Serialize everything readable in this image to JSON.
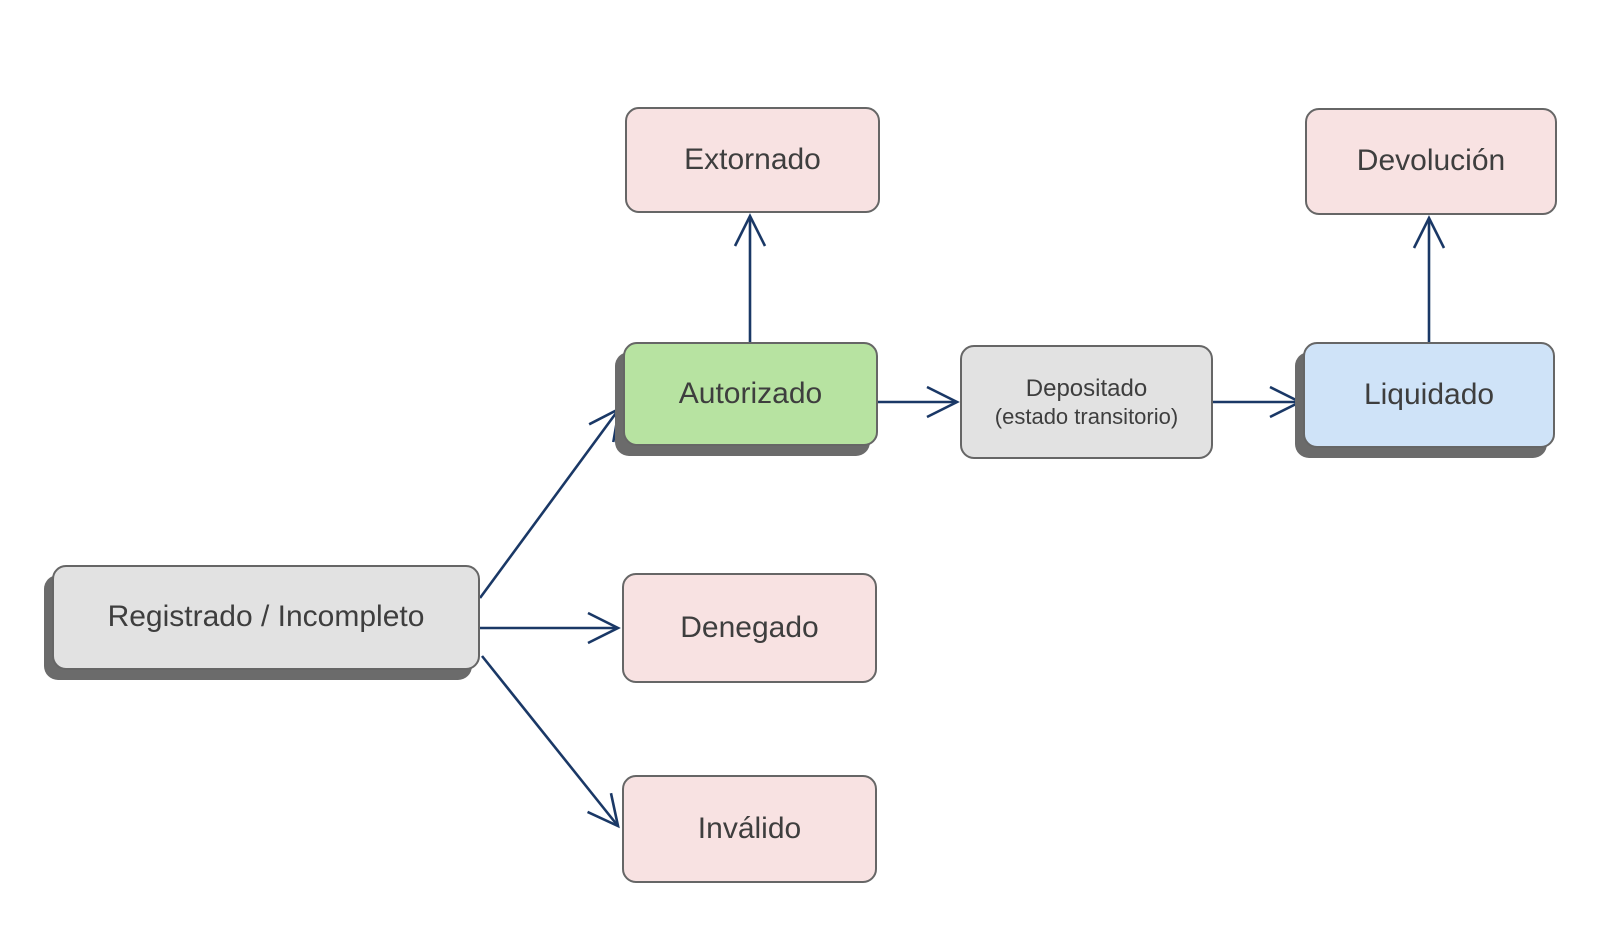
{
  "diagram": {
    "type": "state-flow-diagram",
    "language": "es",
    "colors": {
      "background": "#ffffff",
      "arrow": "#1a3866",
      "node_border": "#666666",
      "node_shadow": "#6b6b6b",
      "node_text": "#3e3e3e",
      "pink": "#f8e2e2",
      "green": "#b7e3a1",
      "blue": "#cfe3f8",
      "gray": "#e2e2e2"
    },
    "nodes": {
      "registrado": {
        "label": "Registrado / Incompleto",
        "fill": "#e2e2e2",
        "emphasized": true
      },
      "autorizado": {
        "label": "Autorizado",
        "fill": "#b7e3a1",
        "emphasized": true
      },
      "extornado": {
        "label": "Extornado",
        "fill": "#f8e2e2",
        "emphasized": false
      },
      "depositado": {
        "label": "Depositado",
        "sublabel": "(estado transitorio)",
        "fill": "#e2e2e2",
        "emphasized": false
      },
      "liquidado": {
        "label": "Liquidado",
        "fill": "#cfe3f8",
        "emphasized": true
      },
      "devolucion": {
        "label": "Devolución",
        "fill": "#f8e2e2",
        "emphasized": false
      },
      "denegado": {
        "label": "Denegado",
        "fill": "#f8e2e2",
        "emphasized": false
      },
      "invalido": {
        "label": "Inválido",
        "fill": "#f8e2e2",
        "emphasized": false
      }
    },
    "edges": [
      {
        "from": "registrado",
        "to": "autorizado"
      },
      {
        "from": "registrado",
        "to": "denegado"
      },
      {
        "from": "registrado",
        "to": "invalido"
      },
      {
        "from": "autorizado",
        "to": "extornado"
      },
      {
        "from": "autorizado",
        "to": "depositado"
      },
      {
        "from": "depositado",
        "to": "liquidado"
      },
      {
        "from": "liquidado",
        "to": "devolucion"
      }
    ]
  }
}
